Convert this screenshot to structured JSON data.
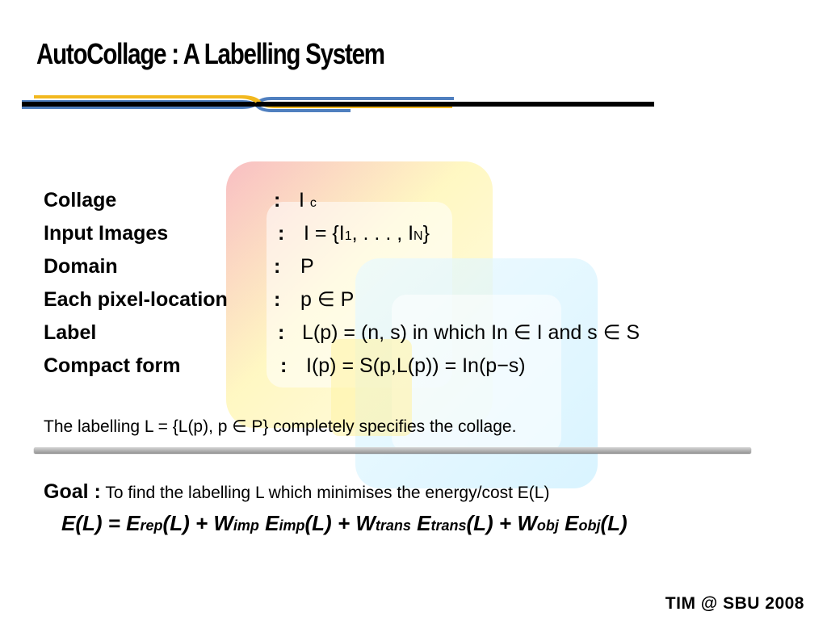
{
  "title": "AutoCollage : A Labelling System",
  "definitions": [
    {
      "label": "Collage",
      "colon": ":",
      "value_main": "I",
      "value_sub": "c",
      "value_rest": ""
    },
    {
      "label": "Input Images",
      "colon": ":",
      "value_main": "I = {I",
      "value_sub": "1",
      "value_rest": ", . . . , I",
      "value_sub2": "N",
      "value_end": "}"
    },
    {
      "label": "Domain",
      "colon": ":",
      "value": "P"
    },
    {
      "label": "Each pixel-location",
      "colon": ":",
      "value": "p ∈ P"
    },
    {
      "label": "Label",
      "colon": ":",
      "value": "L(p) = (n, s) in which In ∈ I and s ∈ S"
    },
    {
      "label": "Compact  form",
      "colon": ":",
      "value": "I(p) = S(p,L(p)) = In(p−s)"
    }
  ],
  "summary": "The labelling L = {L(p), p ∈ P} completely specifies the collage.",
  "goal": {
    "label": "Goal :",
    "text": "To find the labelling L which minimises  the  energy/cost E(L)"
  },
  "equation": {
    "lhs": "E(L)   =   E",
    "rep_sub": "rep",
    "part2": "(L) + W",
    "imp_sub": "imp",
    "part3": " E",
    "imp_sub2": "imp",
    "part4": "(L) + W",
    "trans_sub": "trans",
    "part5": " E",
    "trans_sub2": "trans",
    "part6": "(L) + W",
    "obj_sub": "obj",
    "part7": " E",
    "obj_sub2": "obj",
    "part8": "(L)"
  },
  "footer": "TIM @ SBU   2008",
  "colors": {
    "rule_black": "#000000",
    "rule_yellow": "#f2b81e",
    "rule_blue": "#4f7fbf"
  }
}
